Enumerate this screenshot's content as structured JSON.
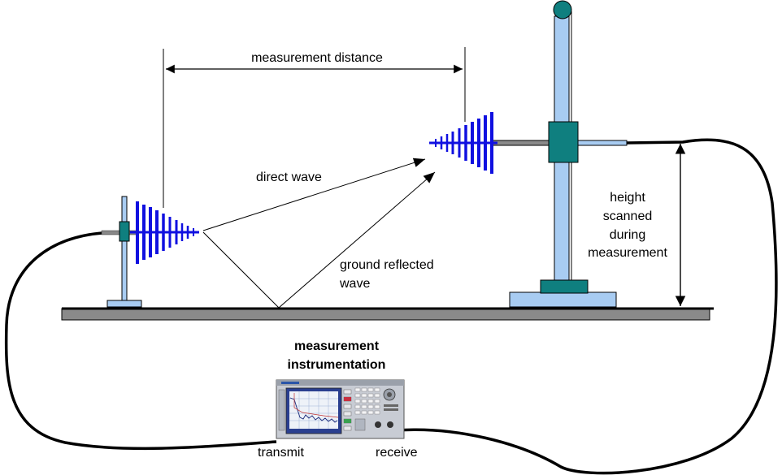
{
  "labels": {
    "measurement_distance": "measurement distance",
    "direct_wave": "direct wave",
    "ground_reflected_line1": "ground reflected",
    "ground_reflected_line2": "wave",
    "height_line1": "height",
    "height_line2": "scanned",
    "height_line3": "during",
    "height_line4": "measurement",
    "instr_line1": "measurement",
    "instr_line2": "instrumentation",
    "transmit": "transmit",
    "receive": "receive"
  },
  "colors": {
    "antenna_blue": "#1010e0",
    "mast_light_blue": "#a8ccf2",
    "mast_teal": "#0f7f7f",
    "ground_gray": "#8a8a8a",
    "cable_black": "#000000"
  },
  "icons": {
    "transmit_antenna": "log-periodic-antenna-icon",
    "receive_antenna": "log-periodic-antenna-icon",
    "analyzer": "spectrum-analyzer-icon",
    "mast": "antenna-mast-icon"
  }
}
